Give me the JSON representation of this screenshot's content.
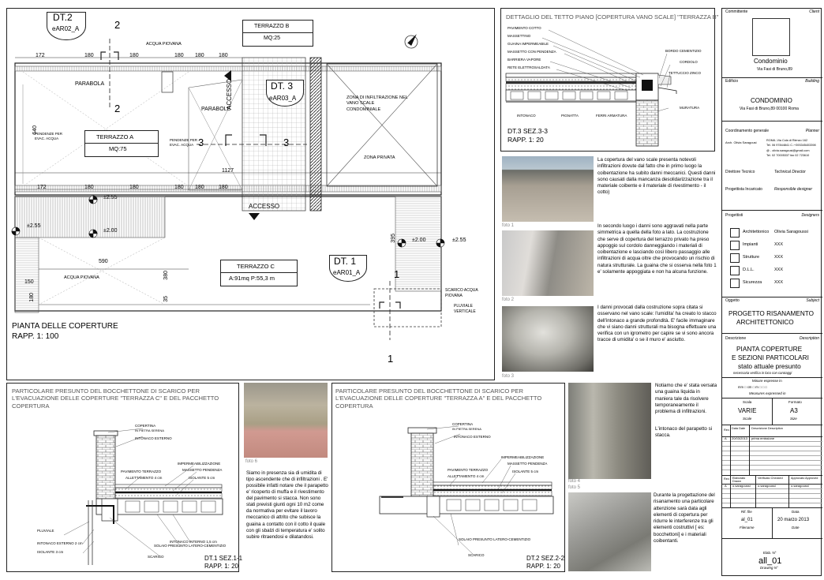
{
  "plan": {
    "title": "PIANTA DELLE COPERTURE",
    "scale": "RAPP. 1: 100",
    "dt2": {
      "code": "DT.2",
      "ref": "eAR02_A"
    },
    "dt3": {
      "code": "DT. 3",
      "ref": "eAR03_A"
    },
    "dt1": {
      "code": "DT. 1",
      "ref": "eAR01_A"
    },
    "terrazzo_b": {
      "name": "TERRAZZO B",
      "area": "MQ:25"
    },
    "terrazzo_a": {
      "name": "TERRAZZO A",
      "area": "MQ:75"
    },
    "terrazzo_c": {
      "name": "TERRAZZO C",
      "area": "A:91mq P:55,3 m"
    },
    "acqua_piovana_1": "ACQUA PIOVANA",
    "acqua_piovana_2": "ACQUA PIOVANA",
    "parabola": "PARABOLA",
    "parabole": "PARABOLE",
    "accesso_v": "ACCESSO",
    "accesso_h": "ACCESSO",
    "pendenze1": "PENDENZE PER EVAC. ACQUA",
    "pendenze2": "PENDENZE PER EVAC. ACQUA",
    "zona_infiltr": "ZONA DI INFILTRAZIONE NEL VANO SCALE CONDOMINIALE",
    "zona_privata": "ZONA PRIVATA",
    "scarico": "SCARICO ACQUA PIOVANA",
    "pluviale": "PLUVIALE VERTICALE",
    "dims": [
      "172",
      "180",
      "180",
      "180",
      "180",
      "180",
      "172",
      "180",
      "180",
      "180",
      "180",
      "180",
      "1127",
      "590",
      "150",
      "180",
      "640",
      "395",
      "380",
      "35"
    ],
    "levels": [
      "±2.55",
      "±2.55",
      "±2.00",
      "±2.00",
      "±2.55"
    ],
    "section_marks": [
      "2",
      "2",
      "3",
      "3",
      "1",
      "1"
    ]
  },
  "roof_detail": {
    "title": "DETTAGLIO DEL TETTO PIANO [COPERTURA VANO SCALE] \"TERRAZZA B\"",
    "layers_left": [
      "PAVIMENTO COTTO",
      "MASSETTINO",
      "GUAINA IMPERMEABILE",
      "MASSETTO CON PENDENZA",
      "BARRIERA VAPORE",
      "RETE ELETTROSALDATA"
    ],
    "layers_right": [
      "BORDO CEMENTIZIO",
      "CORDOLO",
      "TETTUCCIO ZINCO",
      "MURATURA"
    ],
    "bottom_labels": [
      "INTONACO",
      "PIGNATTA",
      "FERRI ARMATURA"
    ],
    "code": "DT.3 SEZ.3-3",
    "scale": "RAPP. 1: 20"
  },
  "photos": {
    "captions": [
      "foto 1",
      "foto 2",
      "foto 3",
      "foto 4",
      "foto 5",
      "foto 6"
    ],
    "text1": "La copertura del vano scale presenta notevoli infiltrazioni dovute dal fatto che in primo luogo la coibentazione ha subito danni meccanici. Questi danni sono causati dalla mancanza desolidarizzazione tra il materiale coibente e il materiale di rivestimento - il cotto)",
    "text2": "In secondo luogo i danni sono aggravati nella parte simmetrica a quella della foto a lato. La costruzione che serve di copertura del terrazzo privato ha preso appoggio sul cordolo danneggiando i materiali di coibentazione e lasciando così libero passaggio alle infiltrazioni di acqua oltre che provocando un rischio di natura strutturale. La guaina che si osserva nella foto 1 e' solamente appoggiata e non ha alcuna funzione.",
    "text3": "I danni provocati dalla costruzione sopra citata si osservano nel vano scale: l'umidita' ha creato lo stacco dell'intonaco a grande profondità. E' facile immaginare che vi siano danni strutturali ma bisogna effettuare una verifica con un igrometro per capire se vi sono ancora tracce di umidita' o se il muro e' asciutto.",
    "text4": "Siamo in presenza sia di umidita di tipo ascendente che di infiltrazioni . E' possibile infatti notare che il parapetto e' ricoperto di muffa e il rivestimento del pavimento si stacca. Non sono stati previsti giunti ogni 10 m2 come da normativa per evitare il lavoro meccanico di attrito che subisce la guaina a contatto con il cotto il quale con gli sbalzi di temperatura e' solito subire ritraendosi e dilatandosi.",
    "text5": "Notiamo che e' stata versata una guaina liquida in maniera tale da risolvere temporaneamente il problema di infiltrazioni.",
    "text6": "L'intonaco del parapetto si stacca.",
    "text7": "Durante la progettazione del risanamento una particolare attenzione sarà data agli elementi di copertura per ridurre le interferenze tra gli elementi costruttivi [ es: bocchettoni] e i materiali coibentanti."
  },
  "sec1": {
    "title": "PARTICOLARE PRESUNTO DEL BOCCHETTONE DI SCARICO PER L'EVACUAZIONE DELLE COPERTURE \"TERRAZZA C\" E DEL PACCHETTO COPERTURA",
    "labels": [
      "COPERTINA",
      "IN PIETRA SERENA",
      "INTONACO ESTERNO",
      "IMPERMEABILIZZAZIONE",
      "PAVIMENTO TERRAZZO",
      "MASSETTO PENDENZA",
      "ALLETTAMENTO 4 cm",
      "ISOLANTE 5 cm",
      "PLUVIALE",
      "INTONACO INTERNO 1,5 cm",
      "SOLAIO PRESUNTO LATERO-CEMENTIZIO",
      "INTONACO ESTERNO 2 cm",
      "ISOLANTE 3 cm",
      "SCARICO"
    ],
    "code": "DT.1 SEZ.1-1",
    "scale": "RAPP. 1: 20"
  },
  "sec2": {
    "title": "PARTICOLARE PRESUNTO DEL BOCCHETTONE DI SCARICO PER L'EVACUAZIONE DELLE COPERTURE \"TERRAZZA A\" E DEL PACCHETTO COPERTURA",
    "labels": [
      "COPERTINA",
      "IN PIETRA SERENA",
      "INTONACO ESTERNO",
      "IMPERMEABILIZZAZIONE",
      "PAVIMENTO TERRAZZO",
      "MASSETTO PENDENZA",
      "ALLETTAMENTO 4 cm",
      "ISOLANTE 5 cm",
      "SOLAIO PRESUNTO LATERO-CEMENTIZIO",
      "SCARICO"
    ],
    "code": "DT.2 SEZ.2-2",
    "scale": "RAPP. 1: 20"
  },
  "titleblock": {
    "committente": "Committente",
    "client": "Client",
    "condominio": "Condominio",
    "address_small": "Via Fasi di Bruno,89",
    "edificio": "Edificio",
    "building": "Building",
    "condominio_caps": "CONDOMINIO",
    "address_full": "Via Fasi di Bruno,89 00100 Roma",
    "coord": "Coordinamento generale",
    "planner": "Planner",
    "arch_line": "Arch. Olivia Saragousi",
    "contact1": "ROMA -Via Cola di Rienzo 162",
    "contact2": "Tel. 06 97844841 C.:+393345403398",
    "contact3": "@ - olivia.saragousi@gmail.com",
    "contact4": "Tel. 02 70005337 fax 02 723610",
    "dir_tec": "Direttore Tecnico",
    "tech_dir": "Technical Director",
    "prog_inc": "Progettista Incaricato",
    "resp_des": "Responsible designer",
    "progettisti": "Progettisti",
    "designers": "Designers",
    "roles": [
      {
        "role": "Architettonico",
        "name": "Olivia Saragoussi"
      },
      {
        "role": "Impianti",
        "name": "XXX"
      },
      {
        "role": "Strutture",
        "name": "XXX"
      },
      {
        "role": "D.L.L.",
        "name": "XXX"
      },
      {
        "role": "Sicurezza",
        "name": "XXX"
      }
    ],
    "oggetto": "Oggetto",
    "subject": "Subject",
    "project1": "PROGETTO RISANAMENTO",
    "project2": "ARCHITETTONICO",
    "descrizione": "Descrizione",
    "description": "Description",
    "desc1": "PIANTA COPERTURE",
    "desc2": "E SEZIONI PARTICOLARI",
    "desc3": "stato attuale presunto",
    "desc4": "necessaria verifica in loco con carotaggi",
    "misure": "Misure espresse in",
    "misure_units": "mm □  cm □  m □  □  □",
    "measures": "Measures expressed in",
    "scala_lbl": "Scala",
    "formato_lbl": "Formato",
    "scala_val": "VARIE",
    "formato_val": "A3",
    "scale_en": "Scale",
    "size_en": "Size",
    "rev_head": [
      "Rev.",
      "Data Date",
      "Descrizione Description"
    ],
    "rev_row": [
      "A",
      "20/03/2013",
      "prima emissione"
    ],
    "sign_head": [
      "Rev.",
      "Elaborato Drawn",
      "Verificato Checked",
      "Approvato Approved"
    ],
    "sign_row": [
      "A",
      "o.saragoussi",
      "o.saragoussi",
      "o.saragoussi"
    ],
    "rif_file": "Rif. file",
    "data_lbl": "Data",
    "file_val": "al_01",
    "date_val": "20 marzo 2013",
    "filename": "Filename",
    "date_en": "Date",
    "elab_lbl": "Elab. N°",
    "elab_val": "all_01",
    "drawing": "Drawing N°"
  },
  "colors": {
    "stroke": "#222222",
    "hatch": "#888888",
    "dark": "#111111"
  }
}
